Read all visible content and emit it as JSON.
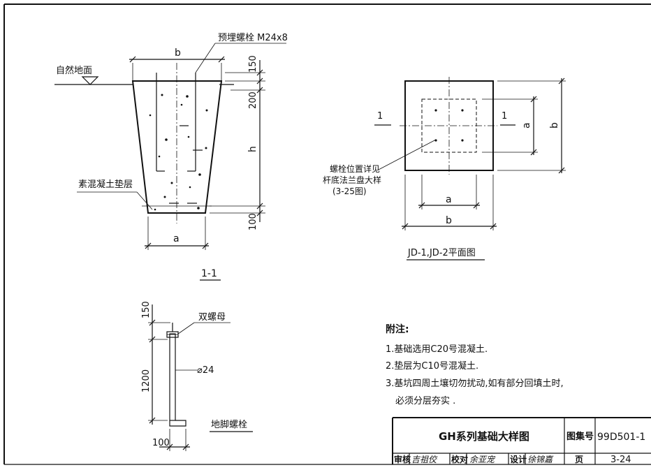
{
  "section": {
    "label_b": "b",
    "label_a": "a",
    "label_h": "h",
    "bolt_label": "预埋螺栓 M24x8",
    "ground_label": "自然地面",
    "pad_label": "素混凝土垫层",
    "dim_150": "150",
    "dim_200": "200",
    "dim_100": "100",
    "caption": "1-1"
  },
  "plan": {
    "section_mark_left": "1",
    "section_mark_right": "1",
    "label_a_right": "a",
    "label_b_right": "b",
    "label_a_bottom": "a",
    "label_b_bottom": "b",
    "note_line1": "螺栓位置详见",
    "note_line2": "杆底法兰盘大样",
    "note_line3": "(3-25图)",
    "caption": "JD-1,JD-2平面图"
  },
  "anchor": {
    "dim_150": "150",
    "dim_1200": "1200",
    "dim_100": "100",
    "nut_label": "双螺母",
    "dia_label": "⌀24",
    "caption": "地脚螺栓"
  },
  "notes": {
    "heading": "附注:",
    "items": [
      "1.基础选用C20号混凝土.",
      "2.垫层为C10号混凝土.",
      "3.基坑四周土壤切勿扰动,如有部分回填土时,",
      "必须分层夯实 ."
    ]
  },
  "title_block": {
    "title": "GH系列基础大样图",
    "atlas_label": "图集号",
    "atlas_no": "99D501-1",
    "review_label": "审核",
    "review_sign": "吉祖佼",
    "check_label": "校对",
    "check_sign": "余亚宠",
    "design_label": "设计",
    "design_sign": "徐锦嘉",
    "page_label": "页",
    "page_no": "3-24"
  }
}
